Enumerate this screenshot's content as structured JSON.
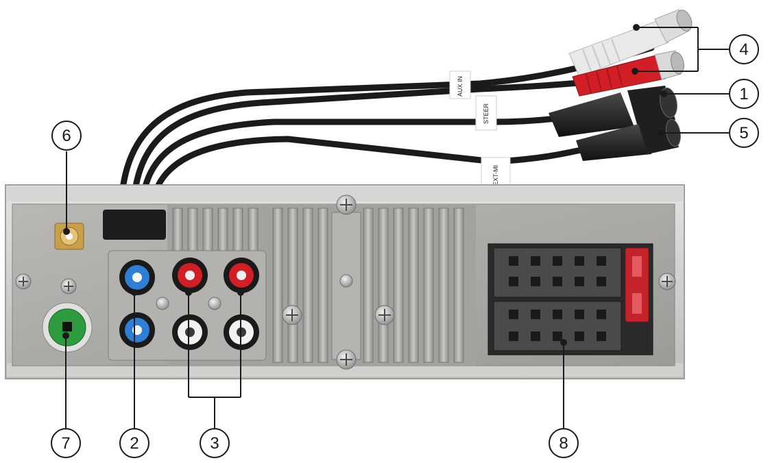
{
  "diagram": {
    "cable_labels": {
      "aux": "AUX IN",
      "steer": "STEER",
      "ext_mic": "EXT-MI"
    },
    "callouts": {
      "c1": "1",
      "c2": "2",
      "c3": "3",
      "c4": "4",
      "c5": "5",
      "c6": "6",
      "c7": "7",
      "c8": "8"
    },
    "colors": {
      "chassis": "#c9c9c7",
      "panel": "#a8a7a3",
      "rca_blue": "#2f7fd6",
      "rca_red": "#d21f26",
      "rca_white": "#f2f2f2",
      "rca_green": "#2e9b3e",
      "cable": "#1b1b1b",
      "fuse": "#c4232a"
    }
  }
}
